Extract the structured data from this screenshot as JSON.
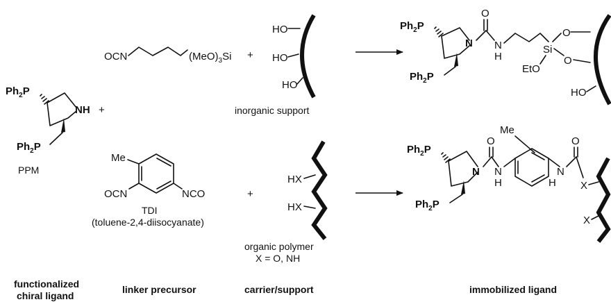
{
  "ppm": {
    "ph2p_top": "Ph",
    "ph2p_top_sub": "2",
    "ph2p_top_p": "P",
    "nh": "NH",
    "ph2p_bottom": "Ph",
    "ph2p_bottom_sub": "2",
    "ph2p_bottom_p": "P",
    "name": "PPM",
    "plus": "+"
  },
  "linker_silane": {
    "ocn": "OCN",
    "meo": "(MeO)",
    "meo_sub": "3",
    "si": "Si",
    "plus": "+"
  },
  "inorganic": {
    "ho1": "HO",
    "ho2": "HO",
    "ho3": "HO",
    "caption": "inorganic support"
  },
  "linker_tdi": {
    "me": "Me",
    "ocn": "OCN",
    "nco": "NCO",
    "name": "TDI",
    "fullname": "(toluene-2,4-diisocyanate)",
    "plus": "+"
  },
  "organic": {
    "hx1": "HX",
    "hx2": "HX",
    "caption": "organic polymer",
    "x_def": "X = O, NH"
  },
  "product_top": {
    "ph2p_top": "Ph",
    "ph2p_top_sub": "2",
    "ph2p_top_p": "P",
    "n": "N",
    "o": "O",
    "h": "H",
    "n2": "N",
    "si": "Si",
    "o1": "O",
    "o2": "O",
    "eto": "EtO",
    "ho": "HO",
    "ph2p_bottom": "Ph",
    "ph2p_bottom_sub": "2",
    "ph2p_bottom_p": "P"
  },
  "product_bottom": {
    "ph2p_top": "Ph",
    "ph2p_top_sub": "2",
    "ph2p_top_p": "P",
    "n": "N",
    "o1": "O",
    "h1": "H",
    "n1": "N",
    "me": "Me",
    "h2": "H",
    "n2": "N",
    "o2": "O",
    "x1": "X",
    "x2": "X",
    "ph2p_bottom": "Ph",
    "ph2p_bottom_sub": "2",
    "ph2p_bottom_p": "P"
  },
  "bottom_labels": {
    "col1_line1": "functionalized",
    "col1_line2": "chiral ligand",
    "col2": "linker precursor",
    "col3": "carrier/support",
    "col4": "immobilized ligand"
  }
}
